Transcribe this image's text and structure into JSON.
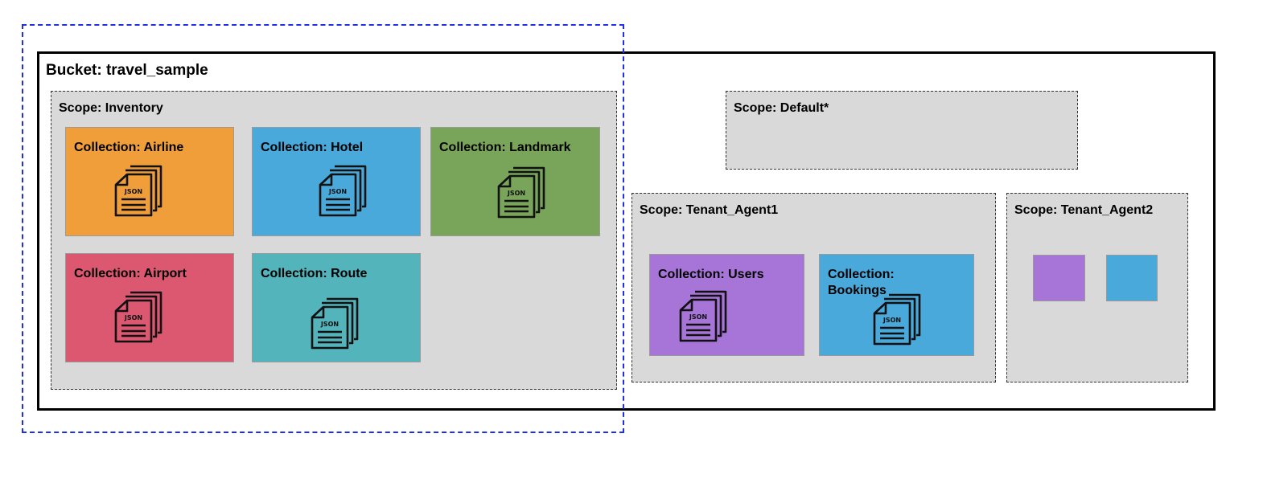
{
  "bucket": {
    "title": "Bucket: travel_sample"
  },
  "scopes": {
    "inventory": {
      "title": "Scope: Inventory",
      "collections": [
        {
          "title": "Collection: Airline",
          "color": "#ef9e3a"
        },
        {
          "title": "Collection: Hotel",
          "color": "#4aa9db"
        },
        {
          "title": "Collection: Landmark",
          "color": "#79a55a"
        },
        {
          "title": "Collection: Airport",
          "color": "#dc5770"
        },
        {
          "title": "Collection: Route",
          "color": "#53b4bb"
        }
      ]
    },
    "default": {
      "title": "Scope: Default*"
    },
    "tenant1": {
      "title": "Scope: Tenant_Agent1",
      "collections": [
        {
          "title": "Collection: Users",
          "color": "#a775d8"
        },
        {
          "title": "Collection: Bookings",
          "color": "#4aa9db"
        }
      ]
    },
    "tenant2": {
      "title": "Scope: Tenant_Agent2",
      "collections": [
        {
          "color": "#a775d8"
        },
        {
          "color": "#4aa9db"
        }
      ]
    }
  },
  "icon": {
    "name": "json-documents-icon",
    "text": "JSON"
  },
  "selection_color": "#1f2fe6"
}
